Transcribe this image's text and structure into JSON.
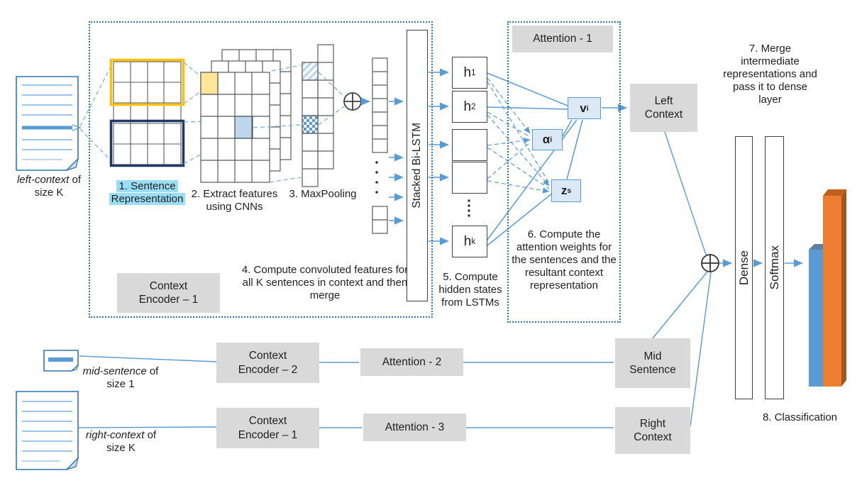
{
  "figure": {
    "type": "neural-network-architecture-diagram",
    "colors": {
      "accent_blue": "#5b9bd5",
      "dotted_border": "#2e75b6",
      "box_gray": "#d9d9d9",
      "highlight_cyan": "#9adef5",
      "matrix_yellow": "#ffc000",
      "yellow_cell_fill": "#ffe699",
      "matrix_navy": "#1f3864",
      "blue_cell_fill": "#bdd7ee",
      "node_fill": "#dbe9f7",
      "bar_blue": "#5b9bd5",
      "bar_orange": "#ed7d31"
    }
  },
  "inputs": {
    "left_doc": {
      "italic": "left-context",
      "rest": " of",
      "line2": "size K"
    },
    "mid_doc": {
      "italic": "mid-sentence",
      "rest": " of",
      "line2": "size 1"
    },
    "right_doc": {
      "italic": "right-context",
      "rest": " of",
      "line2": "size K"
    }
  },
  "encoder1": {
    "title": "Context Encoder – 1",
    "step1_line1": "1. Sentence",
    "step1_line2": "Representation",
    "step2": "2. Extract features using CNNs",
    "step3": "3. MaxPooling",
    "bilstm": "Stacked Bi-LSTM",
    "step4": "4. Compute convoluted features for all K sentences in context and then merge"
  },
  "hidden": {
    "h1": {
      "base": "h",
      "sub": "1"
    },
    "h2": {
      "base": "h",
      "sub": "2"
    },
    "hk": {
      "base": "h",
      "sub": "k"
    },
    "step5": "5. Compute hidden states from LSTMs"
  },
  "attention1": {
    "title": "Attention - 1",
    "vi": {
      "base": "v",
      "sub": "i"
    },
    "alpha": {
      "base": "α",
      "sub": "i"
    },
    "zs": {
      "base": "z",
      "sub": "s"
    },
    "step6": "6. Compute the attention weights for the sentences and the resultant context representation"
  },
  "outputs": {
    "left_context": "Left Context",
    "mid_sentence": "Mid Sentence",
    "right_context": "Right Context"
  },
  "merge": {
    "step7": "7. Merge intermediate representations and pass it to dense layer",
    "dense": "Dense",
    "softmax": "Softmax",
    "step8": "8. Classification"
  },
  "row2": {
    "encoder": "Context Encoder – 2",
    "attention": "Attention - 2"
  },
  "row3": {
    "encoder": "Context Encoder – 1",
    "attention": "Attention - 3"
  }
}
